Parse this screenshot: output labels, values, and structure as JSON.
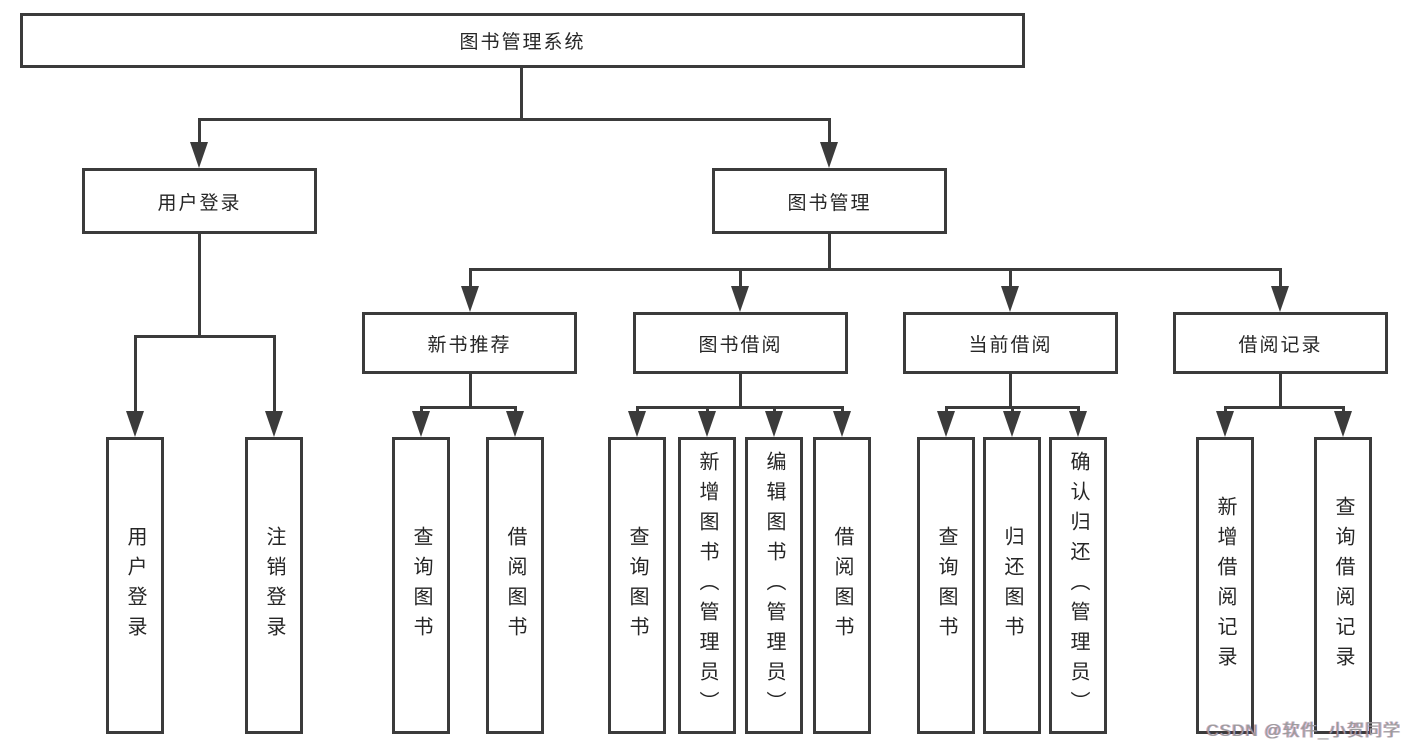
{
  "diagram": {
    "root": {
      "label": "图书管理系统"
    },
    "level2": [
      {
        "label": "用户登录"
      },
      {
        "label": "图书管理"
      }
    ],
    "level3": [
      {
        "label": "新书推荐"
      },
      {
        "label": "图书借阅"
      },
      {
        "label": "当前借阅"
      },
      {
        "label": "借阅记录"
      }
    ],
    "leaves": {
      "user_login": [
        "用户登录",
        "注销登录"
      ],
      "new_book_recommend": [
        "查询图书",
        "借阅图书"
      ],
      "book_borrow": [
        "查询图书",
        "新增图书（管理员）",
        "编辑图书（管理员）",
        "借阅图书"
      ],
      "current_borrow": [
        "查询图书",
        "归还图书",
        "确认归还（管理员）"
      ],
      "borrow_record": [
        "新增借阅记录",
        "查询借阅记录"
      ]
    }
  },
  "watermark": {
    "text": "CSDN @软件_小贺同学"
  },
  "colors": {
    "line": "#3b3b3b",
    "text": "#262626",
    "watermark": "#9c9c9c",
    "background": "#ffffff"
  }
}
